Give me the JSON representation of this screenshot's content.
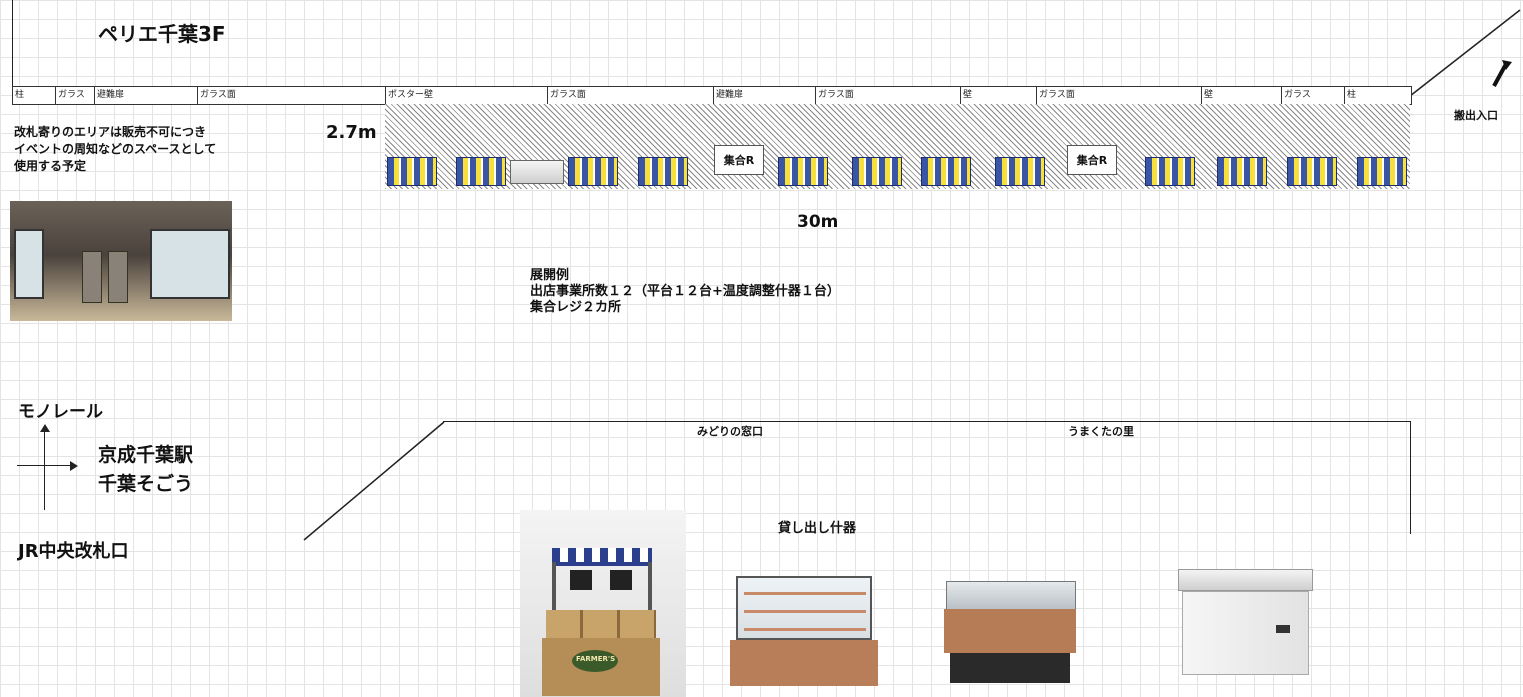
{
  "title": "ペリエ千葉3F",
  "wall_segments": [
    "柱",
    "ガラス",
    "避難扉",
    "ガラス面",
    "ポスター壁",
    "ガラス面",
    "避難扉",
    "ガラス面",
    "壁",
    "ガラス面",
    "壁",
    "ガラス",
    "柱"
  ],
  "note_lines": [
    "改札寄りのエリアは販売不可につき",
    "イベントの周知などのスペースとして",
    "使用する予定"
  ],
  "depth_label": "2.7m",
  "width_label": "30m",
  "register_label": "集合R",
  "carry_in_label": "搬出入口",
  "example": {
    "heading": "展開例",
    "line1": "出店事業所数１２（平台１２台+温度調整什器１台）",
    "line2": "集合レジ２カ所"
  },
  "directions": {
    "north": "モノレール",
    "east_line1": "京成千葉駅",
    "east_line2": "千葉そごう",
    "south": "JR中央改札口"
  },
  "landmarks": {
    "midori": "みどりの窓口",
    "umakuta": "うまくたの里"
  },
  "equipment_label": "貸し出し什器",
  "booth_sign": "FARMER'S"
}
